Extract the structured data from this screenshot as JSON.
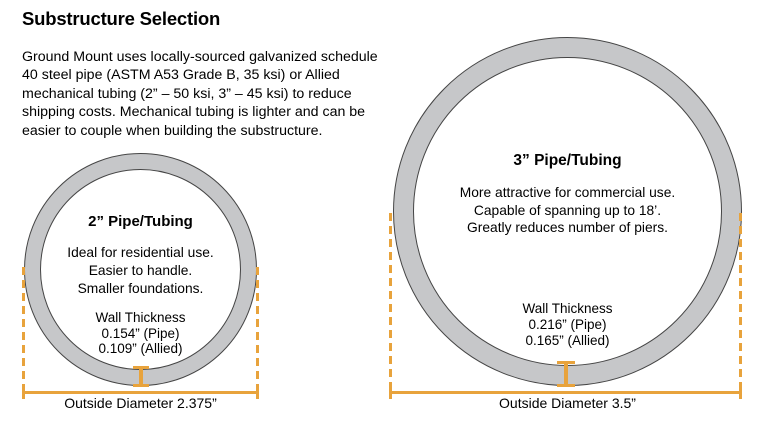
{
  "page": {
    "title": "Substructure Selection",
    "intro": "Ground Mount uses locally-sourced galvanized schedule\n40 steel pipe (ASTM A53 Grade B, 35 ksi) or Allied\nmechanical tubing (2” – 50 ksi, 3” – 45 ksi) to reduce\nshipping costs. Mechanical tubing is lighter and can be\neasier to couple when building the substructure."
  },
  "colors": {
    "accent": "#E8A33C",
    "pipe_wall": "#C6C7C9",
    "outline": "#454545"
  },
  "pipes": [
    {
      "name": "2” Pipe/Tubing",
      "description": "Ideal for residential use.\nEasier to handle.\nSmaller foundations.",
      "wall_thickness": "Wall Thickness\n0.154” (Pipe)\n0.109” (Allied)",
      "outside_diameter": "Outside Diameter 2.375”"
    },
    {
      "name": "3” Pipe/Tubing",
      "description": "More attractive for commercial use.\nCapable of spanning up to 18’.\nGreatly reduces number of piers.",
      "wall_thickness": "Wall Thickness\n0.216” (Pipe)\n0.165” (Allied)",
      "outside_diameter": "Outside Diameter 3.5”"
    }
  ]
}
